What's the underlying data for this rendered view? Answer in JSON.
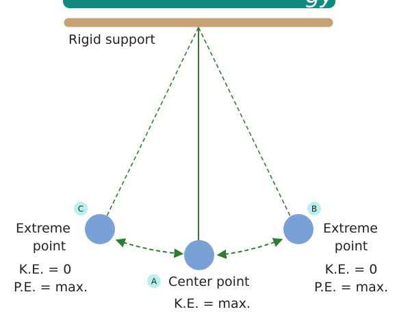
{
  "banner": {
    "visible_text": "gy"
  },
  "support": {
    "label": "Rigid support"
  },
  "points": {
    "center": {
      "badge": "A",
      "name": "Center point",
      "ke": "K.E. = max."
    },
    "right": {
      "badge": "B",
      "name_line1": "Extreme",
      "name_line2": "point",
      "ke": "K.E. = 0",
      "pe": "P.E. = max."
    },
    "left": {
      "badge": "C",
      "name_line1": "Extreme",
      "name_line2": "point",
      "ke": "K.E. = 0",
      "pe": "P.E. = max."
    }
  },
  "colors": {
    "banner": "#0f8a80",
    "support": "#c9a071",
    "string": "#2e7d32",
    "bob": "#7aa0d8",
    "badge": "#b9f0ef"
  }
}
